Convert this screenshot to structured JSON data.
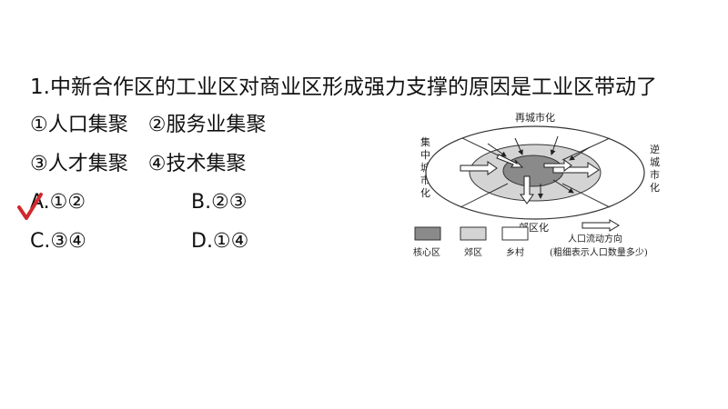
{
  "question": {
    "title": "1.中新合作区的工业区对商业区形成强力支撑的原因是工业区带动了",
    "items": [
      "①人口集聚",
      "②服务业集聚",
      "③人才集聚",
      "④技术集聚"
    ],
    "item_line1": "①人口集聚　②服务业集聚",
    "item_line2": "③人才集聚　④技术集聚"
  },
  "answers": {
    "A": "A.①②",
    "B": "B.②③",
    "C": "C.③④",
    "D": "D.①④",
    "marked": "A",
    "check_color": "#d0282e"
  },
  "diagram": {
    "top_label": "再城市化",
    "left_label": "集中城市化",
    "right_label": "逆城市化",
    "bottom_label": "郊区化",
    "legend": {
      "core": "核心区",
      "suburb": "郊区",
      "rural": "乡村",
      "flow": "人口流动方向",
      "flow_note": "(粗细表示人口数量多少)"
    },
    "colors": {
      "core": "#8a8a8a",
      "suburb": "#d4d4d4",
      "rural": "#ffffff"
    }
  }
}
